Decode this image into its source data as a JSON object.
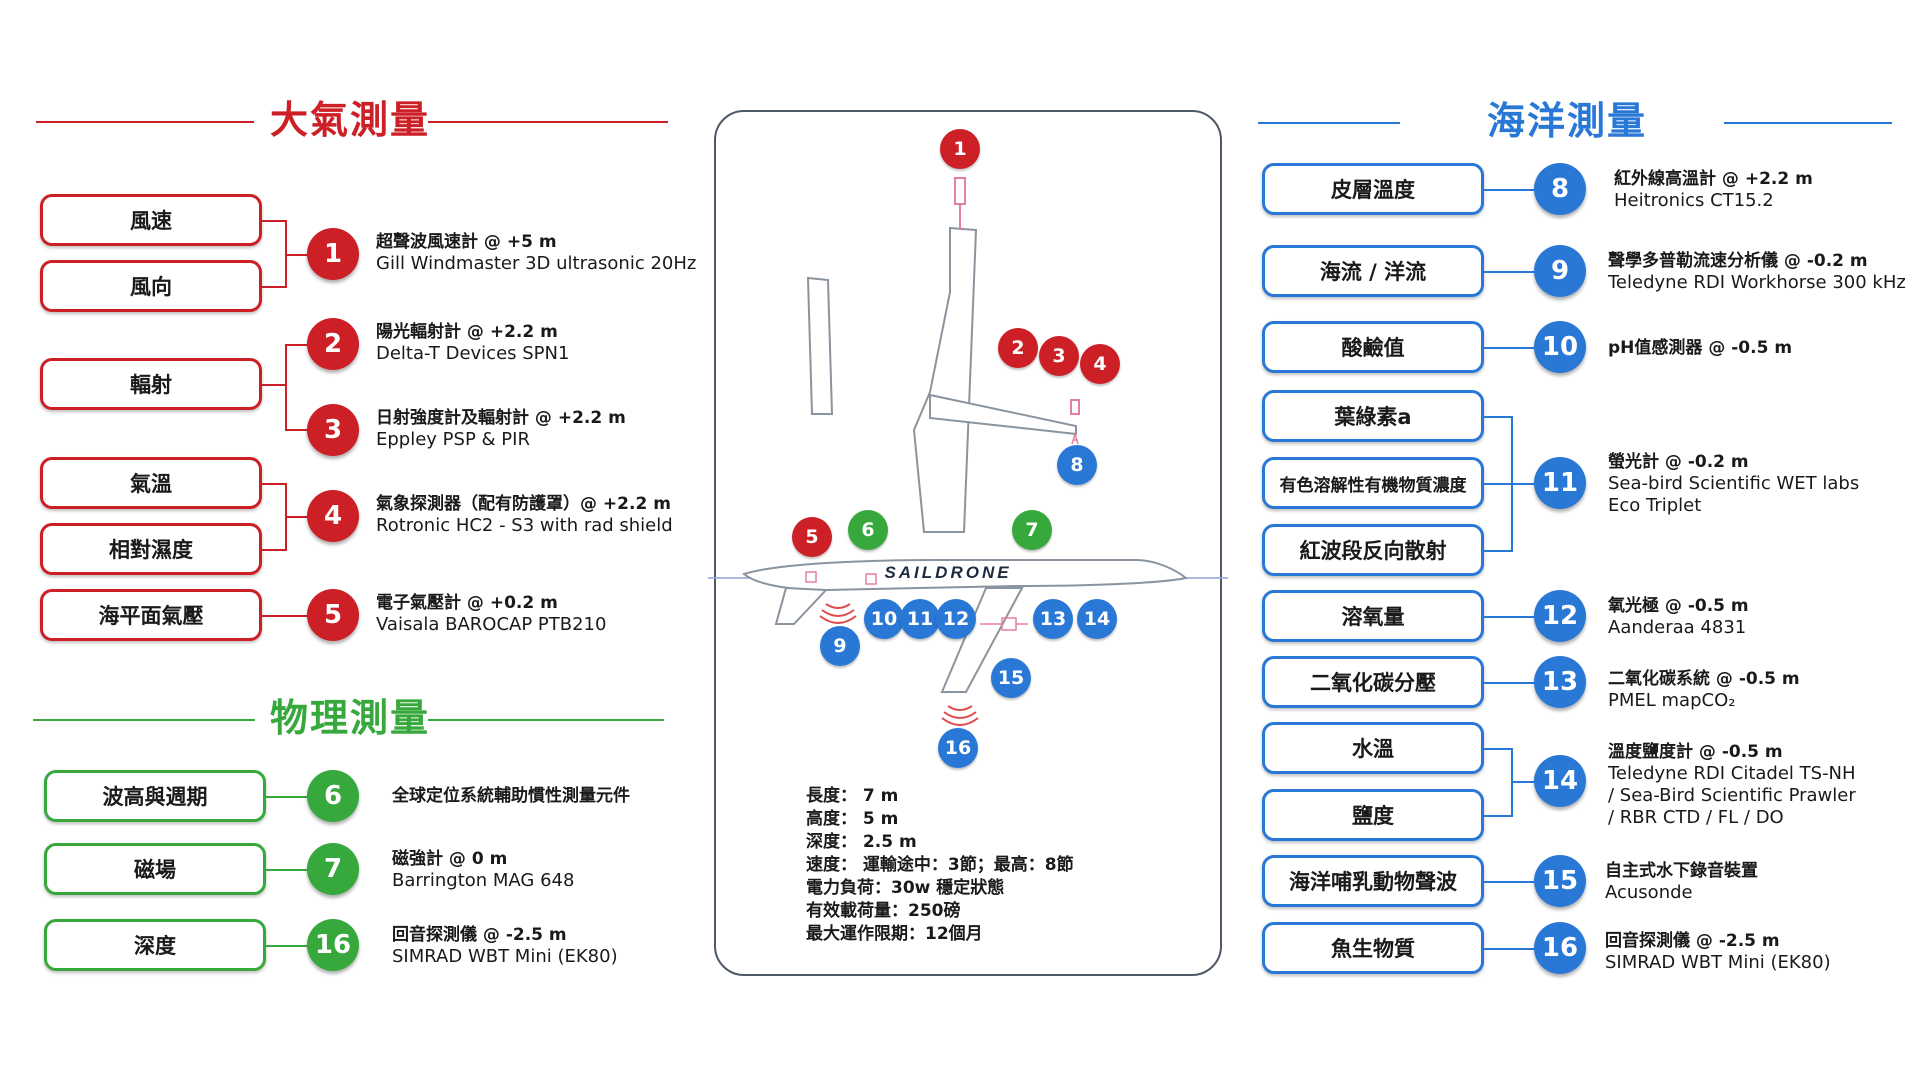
{
  "headings": {
    "atmospheric": "大氣測量",
    "physical": "物理測量",
    "ocean": "海洋測量"
  },
  "colors": {
    "atmospheric": "#cc1f26",
    "physical": "#36a83c",
    "ocean": "#2a78d6",
    "panel_border": "#4d5966"
  },
  "left_params": {
    "wind_speed": "風速",
    "wind_direction": "風向",
    "radiation": "輻射",
    "air_temperature": "氣溫",
    "relative_humidity": "相對濕度",
    "sea_level_pressure": "海平面氣壓",
    "wave_height_period": "波高與週期",
    "magnetic_field": "磁場",
    "depth": "深度"
  },
  "right_params": {
    "skin_temperature": "皮層溫度",
    "currents": "海流 / 洋流",
    "ph": "酸鹼值",
    "chlorophyll": "葉綠素a",
    "cdom": "有色溶解性有機物質濃度",
    "backscatter": "紅波段反向散射",
    "dissolved_oxygen": "溶氧量",
    "co2": "二氧化碳分壓",
    "water_temperature": "水溫",
    "salinity": "鹽度",
    "mammal_sounds": "海洋哺乳動物聲波",
    "fish_biomass": "魚生物質"
  },
  "sensors": [
    {
      "number": "1",
      "line1": "超聲波風速計 @ +5 m",
      "line2": "Gill Windmaster 3D ultrasonic 20Hz"
    },
    {
      "number": "2",
      "line1": "陽光輻射計 @ +2.2 m",
      "line2": "Delta-T Devices SPN1"
    },
    {
      "number": "3",
      "line1": "日射強度計及輻射計 @ +2.2 m",
      "line2": "Eppley PSP & PIR"
    },
    {
      "number": "4",
      "line1": "氣象探測器（配有防護罩）@ +2.2 m",
      "line2": "Rotronic HC2 - S3 with rad shield"
    },
    {
      "number": "5",
      "line1": "電子氣壓計 @ +0.2 m",
      "line2": "Vaisala BAROCAP PTB210"
    },
    {
      "number": "6",
      "line1": "全球定位系統輔助慣性測量元件",
      "line2": ""
    },
    {
      "number": "7",
      "line1": "磁強計 @ 0 m",
      "line2": "Barrington MAG 648"
    },
    {
      "number": "8",
      "line1": "紅外線高溫計 @ +2.2 m",
      "line2": "Heitronics CT15.2"
    },
    {
      "number": "9",
      "line1": "聲學多普勒流速分析儀 @ -0.2 m",
      "line2": "Teledyne RDI Workhorse 300 kHz"
    },
    {
      "number": "10",
      "line1": "pH值感測器 @ -0.5 m",
      "line2": ""
    },
    {
      "number": "11",
      "line1": "螢光計 @ -0.2 m",
      "line2": "Sea-bird Scientific WET labs",
      "line3": "Eco Triplet"
    },
    {
      "number": "12",
      "line1": "氧光極 @ -0.5 m",
      "line2": "Aanderaa 4831"
    },
    {
      "number": "13",
      "line1": "二氧化碳系統 @ -0.5 m",
      "line2": "PMEL mapCO₂"
    },
    {
      "number": "14",
      "line1": "溫度鹽度計 @ -0.5 m",
      "line2": "Teledyne RDI Citadel TS-NH",
      "line3": "/ Sea-Bird Scientific Prawler",
      "line4": "/ RBR CTD / FL / DO"
    },
    {
      "number": "15",
      "line1": "自主式水下錄音裝置",
      "line2": "Acusonde"
    },
    {
      "number": "16",
      "line1": "回音探測儀 @ -2.5 m",
      "line2": "SIMRAD WBT Mini (EK80)"
    }
  ],
  "drone": {
    "brand": "SAILDRONE",
    "specs": [
      "長度： 7 m",
      "高度： 5 m",
      "深度： 2.5 m",
      "速度： 運輸途中：3節；最高：8節",
      "電力負荷：30w 穩定狀態",
      "有效載荷量：250磅",
      "最大運作限期：12個月"
    ]
  }
}
